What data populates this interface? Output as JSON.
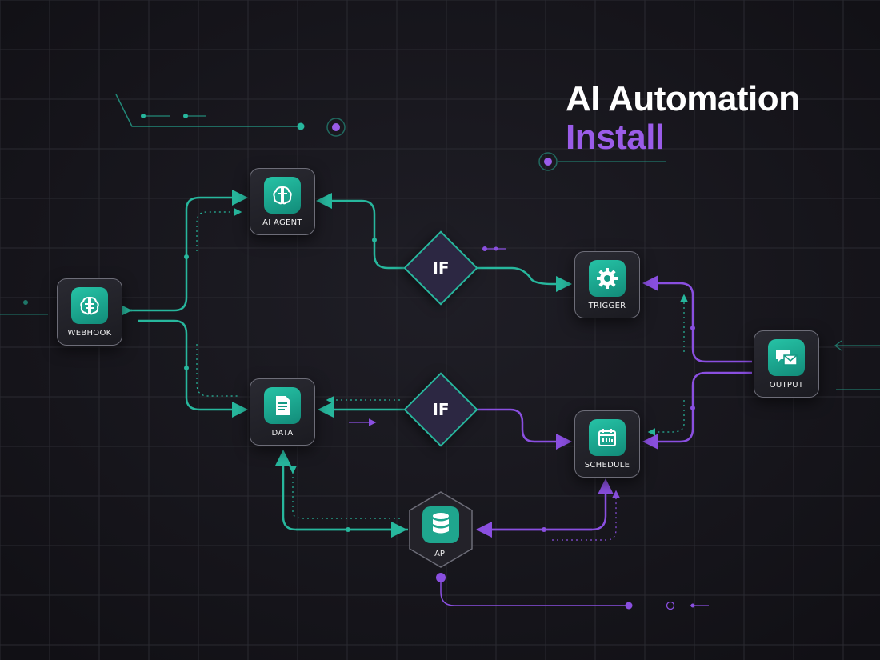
{
  "title": {
    "line1": "AI Automation",
    "line2": "Install",
    "line2_color": "#9a5ce8"
  },
  "colors": {
    "teal": "#27b79d",
    "purple": "#8a4fe0",
    "background": "#17161c",
    "grid": "#2a2a31"
  },
  "nodes": [
    {
      "id": "webhook",
      "label": "WEBHOOK",
      "icon": "brain-icon"
    },
    {
      "id": "ai_agent",
      "label": "AI AGENT",
      "icon": "brain-icon"
    },
    {
      "id": "data",
      "label": "DATA",
      "icon": "document-icon"
    },
    {
      "id": "trigger",
      "label": "TRIGGER",
      "icon": "gear-icon"
    },
    {
      "id": "schedule",
      "label": "SCHEDULE",
      "icon": "calendar-icon"
    },
    {
      "id": "output",
      "label": "OUTPUT",
      "icon": "chat-mail-icon"
    },
    {
      "id": "api",
      "label": "API",
      "icon": "database-icon"
    }
  ],
  "decisions": [
    {
      "id": "if_top",
      "label": "IF"
    },
    {
      "id": "if_bottom",
      "label": "IF"
    }
  ]
}
